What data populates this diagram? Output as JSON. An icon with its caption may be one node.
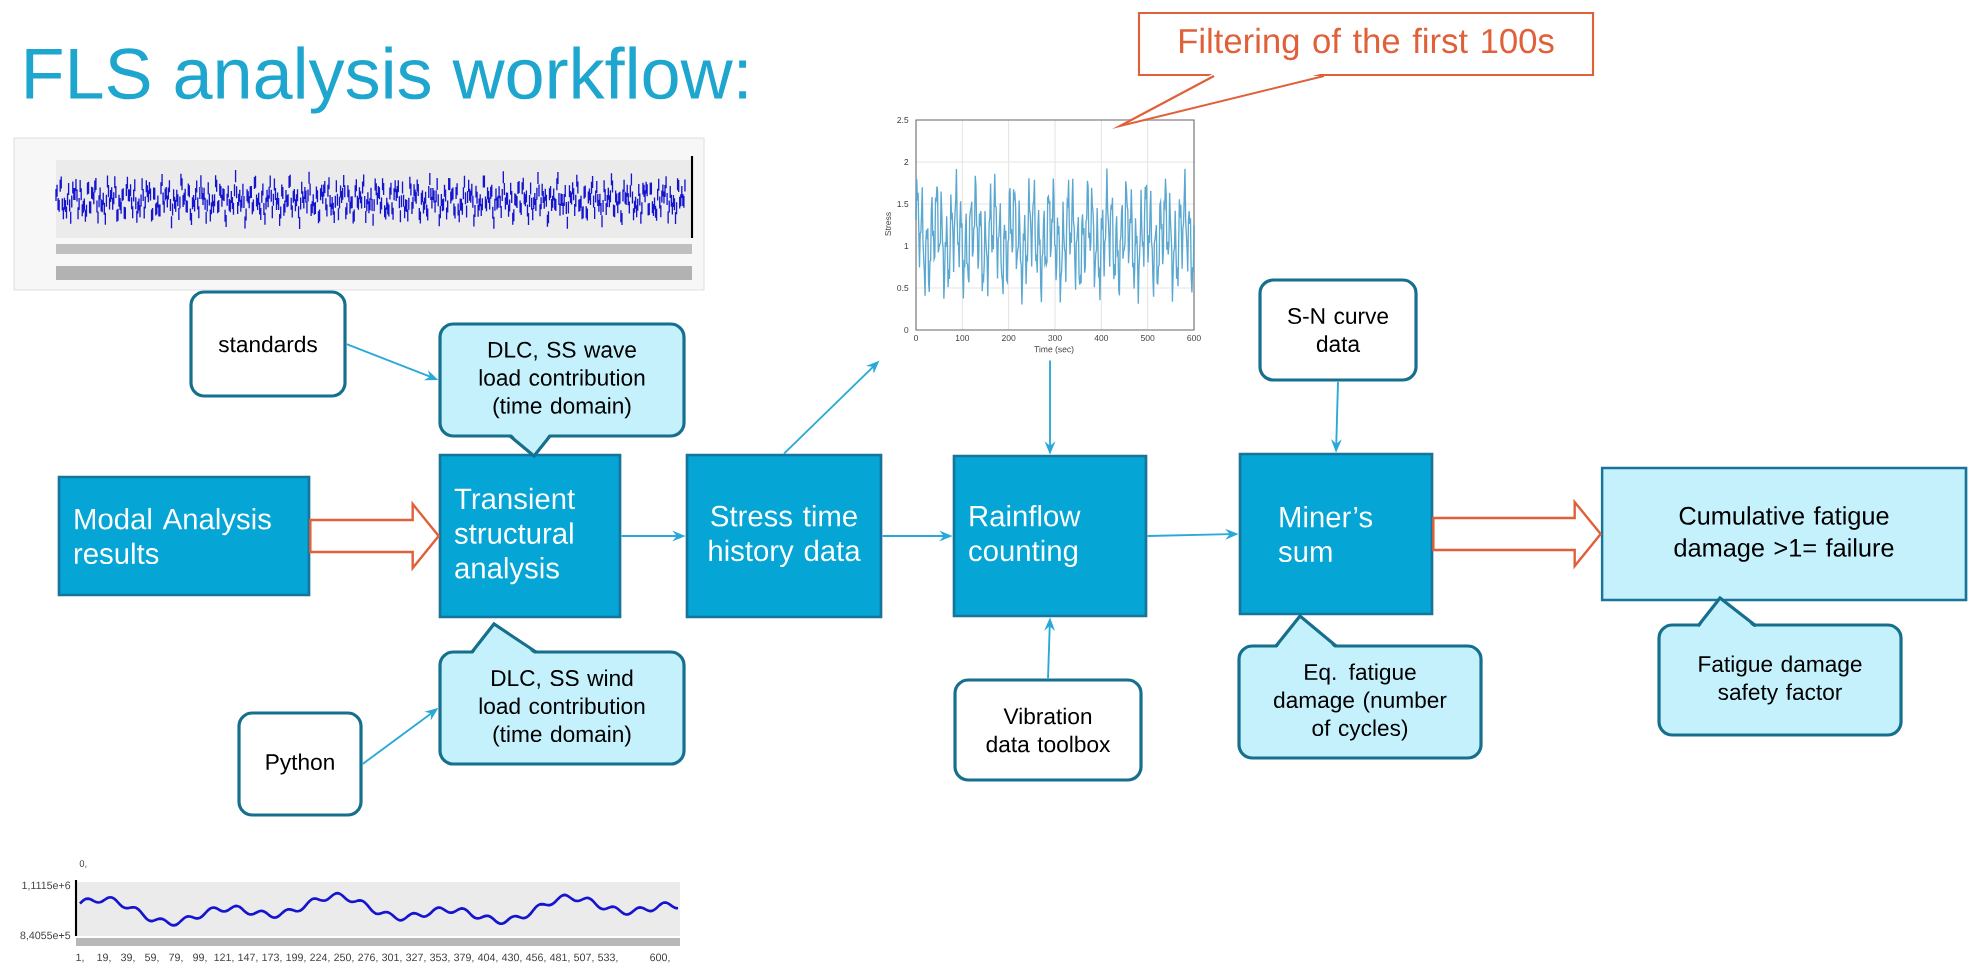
{
  "diagram": {
    "title": "FLS analysis workflow:",
    "nodes": [
      {
        "text": [
          "Modal Analysis results"
        ]
      },
      {
        "text": [
          "Transient structural analysis"
        ]
      },
      {
        "text": [
          "Stress time history data"
        ]
      },
      {
        "text": [
          "Rainflow counting"
        ]
      },
      {
        "text": [
          "Miner’s sum"
        ]
      },
      {
        "text": [
          "Cumulative fatigue damage >1= failure"
        ]
      },
      {
        "text": [
          "standards"
        ]
      },
      {
        "text": [
          "DLC, SS  wave load contribution (time domain)"
        ]
      },
      {
        "text": [
          "DLC, SS  wind load contribution (time domain)"
        ]
      },
      {
        "text": [
          "Python"
        ]
      },
      {
        "text": [],
        "shape": "picture"
      },
      {
        "text": [
          "Filtering of the first 100s"
        ]
      },
      {
        "text": [
          "S-N curve data"
        ]
      },
      {
        "text": [
          "Vibration data toolbox"
        ]
      },
      {
        "text": [
          "Eq. fatigue damage (number of cycles)"
        ]
      },
      {
        "text": [
          "Fatigue damage safety factor"
        ]
      }
    ],
    "edges": [
      {
        "from": 0,
        "to": 1,
        "arrow": "to",
        "style": "thick",
        "color": "#e0603a"
      },
      {
        "from": 6,
        "to": 7,
        "arrow": "to"
      },
      {
        "from": 9,
        "to": 8,
        "arrow": "to"
      },
      {
        "from": 1,
        "to": 2,
        "arrow": "to"
      },
      {
        "from": 2,
        "to": 10,
        "arrow": "to"
      },
      {
        "from": 2,
        "to": 3,
        "arrow": "to"
      },
      {
        "from": 10,
        "to": 3,
        "arrow": "to"
      },
      {
        "from": 13,
        "to": 3,
        "arrow": "to"
      },
      {
        "from": 3,
        "to": 4,
        "arrow": "to"
      },
      {
        "from": 12,
        "to": 4,
        "arrow": "to"
      },
      {
        "from": 4,
        "to": 5,
        "arrow": "to",
        "style": "thick",
        "color": "#e0603a"
      }
    ],
    "labels": [
      "2.5",
      "2",
      "1.5",
      "1",
      "0.5",
      "0",
      "0",
      "100",
      "200",
      "300",
      "400",
      "500",
      "600",
      "Time (sec)",
      "Stress",
      "0,",
      "1,1115e+6",
      "8,4055e+5",
      "1,",
      "19,",
      "39,",
      "59,",
      "79,",
      "99,",
      "121,",
      "147,",
      "173,",
      "199,",
      "224,",
      "250,",
      "276,",
      "301,",
      "327,",
      "353,",
      "379,",
      "404,",
      "430,",
      "456,",
      "481,",
      "507,",
      "533,",
      "600,"
    ]
  }
}
